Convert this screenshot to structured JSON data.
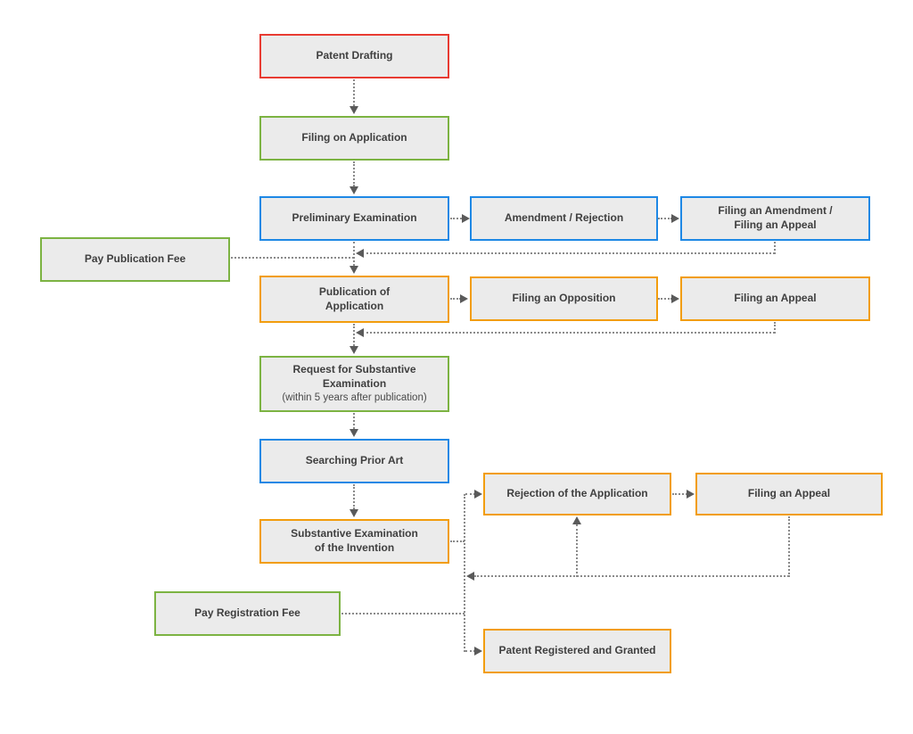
{
  "diagram": {
    "type": "flowchart",
    "subject": "Patent application and registration process",
    "nodes": {
      "patent_drafting": {
        "label": [
          "Patent Drafting"
        ],
        "border_color": "#E83B32"
      },
      "filing_on_application": {
        "label": [
          "Filing on Application"
        ],
        "border_color": "#7CB342"
      },
      "preliminary_examination": {
        "label": [
          "Preliminary Examination"
        ],
        "border_color": "#1E88E5"
      },
      "amendment_rejection": {
        "label": [
          "Amendment / Rejection"
        ],
        "border_color": "#1E88E5"
      },
      "filing_amendment_appeal": {
        "label": [
          "Filing an Amendment /",
          "Filing an Appeal"
        ],
        "border_color": "#1E88E5"
      },
      "pay_publication_fee": {
        "label": [
          "Pay Publication Fee"
        ],
        "border_color": "#7CB342"
      },
      "publication_of_application": {
        "label": [
          "Publication of",
          "Application"
        ],
        "border_color": "#F29D0D"
      },
      "filing_an_opposition": {
        "label": [
          "Filing an Opposition"
        ],
        "border_color": "#F29D0D"
      },
      "filing_an_appeal_mid": {
        "label": [
          "Filing an Appeal"
        ],
        "border_color": "#F29D0D"
      },
      "request_substantive_exam": {
        "label": [
          "Request for Substantive",
          "Examination"
        ],
        "sublabel": "(within 5 years after publication)",
        "border_color": "#7CB342"
      },
      "searching_prior_art": {
        "label": [
          "Searching Prior Art"
        ],
        "border_color": "#1E88E5"
      },
      "substantive_examination": {
        "label": [
          "Substantive Examination",
          "of the Invention"
        ],
        "border_color": "#F29D0D"
      },
      "rejection_of_application": {
        "label": [
          "Rejection of the Application"
        ],
        "border_color": "#F29D0D"
      },
      "filing_an_appeal_bottom": {
        "label": [
          "Filing an Appeal"
        ],
        "border_color": "#F29D0D"
      },
      "pay_registration_fee": {
        "label": [
          "Pay Registration Fee"
        ],
        "border_color": "#7CB342"
      },
      "patent_registered_granted": {
        "label": [
          "Patent Registered and Granted"
        ],
        "border_color": "#F29D0D"
      }
    },
    "colors": {
      "node_fill": "#EBEBEB",
      "node_text": "#3F3F3F",
      "connector_dots": "#8A8A8A",
      "arrowhead": "#5A5A5A",
      "background": "#FFFFFF"
    },
    "edges": [
      "Patent Drafting -> Filing on Application",
      "Filing on Application -> Preliminary Examination",
      "Preliminary Examination -> Amendment / Rejection",
      "Amendment / Rejection -> Filing an Amendment / Filing an Appeal",
      "Filing an Amendment / Filing an Appeal -> Publication of Application",
      "Pay Publication Fee -> Publication of Application",
      "Preliminary Examination -> Publication of Application",
      "Publication of Application -> Filing an Opposition",
      "Filing an Opposition -> Filing an Appeal",
      "Filing an Appeal -> Request for Substantive Examination",
      "Publication of Application -> Request for Substantive Examination",
      "Request for Substantive Examination -> Searching Prior Art",
      "Searching Prior Art -> Substantive Examination of the Invention",
      "Substantive Examination of the Invention -> Rejection of the Application",
      "Rejection of the Application -> Filing an Appeal",
      "Filing an Appeal -> Rejection of the Application",
      "Pay Registration Fee -> Patent Registered and Granted",
      "Substantive Examination of the Invention -> Patent Registered and Granted"
    ]
  }
}
